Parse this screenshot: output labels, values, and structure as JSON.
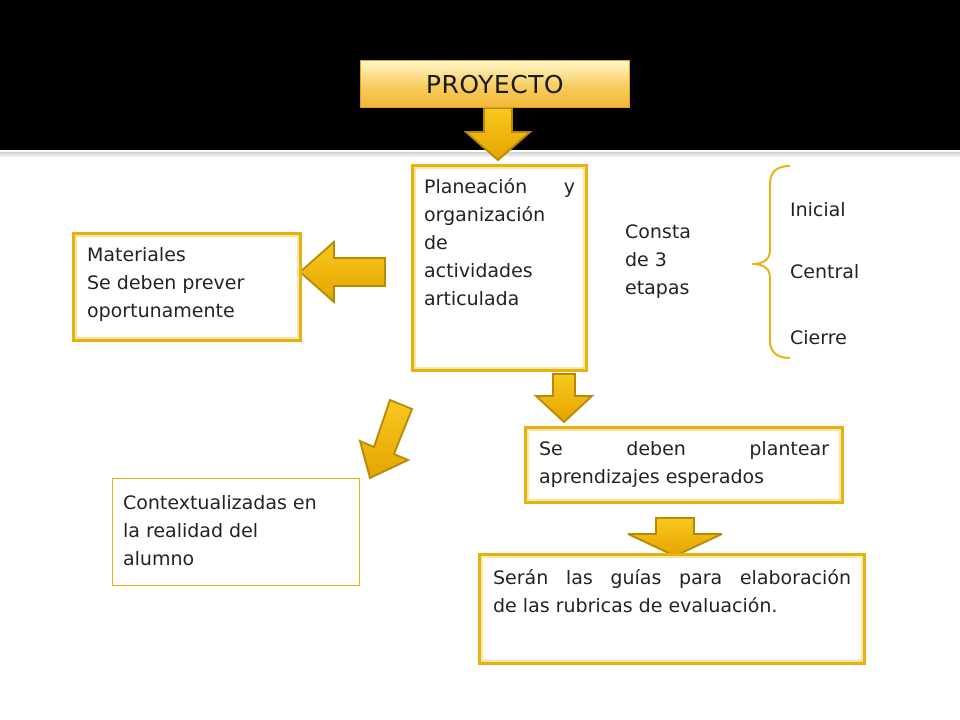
{
  "title": "PROYECTO",
  "planning": {
    "lines": [
      "Planeación y",
      "organización",
      "de",
      "actividades",
      "articulada"
    ]
  },
  "materials": {
    "lines": [
      "Materiales",
      "Se deben prever",
      "oportunamente"
    ]
  },
  "stages": {
    "lines": [
      "Consta",
      "de 3",
      "etapas"
    ],
    "items": [
      "Inicial",
      "Central",
      "Cierre"
    ]
  },
  "learning": {
    "lines": [
      "Se deben plantear",
      "aprendizajes esperados"
    ]
  },
  "context": {
    "lines": [
      "Contextualizadas en",
      "la realidad del",
      "alumno"
    ]
  },
  "rubrics": {
    "lines": [
      "Serán las guías para elaboración",
      "de las rubricas de evaluación."
    ]
  },
  "colors": {
    "arrow_fill": "#f2b705",
    "arrow_stroke": "#b78a06",
    "box_border": "#e8b10e",
    "brace": "#e8b10e"
  }
}
